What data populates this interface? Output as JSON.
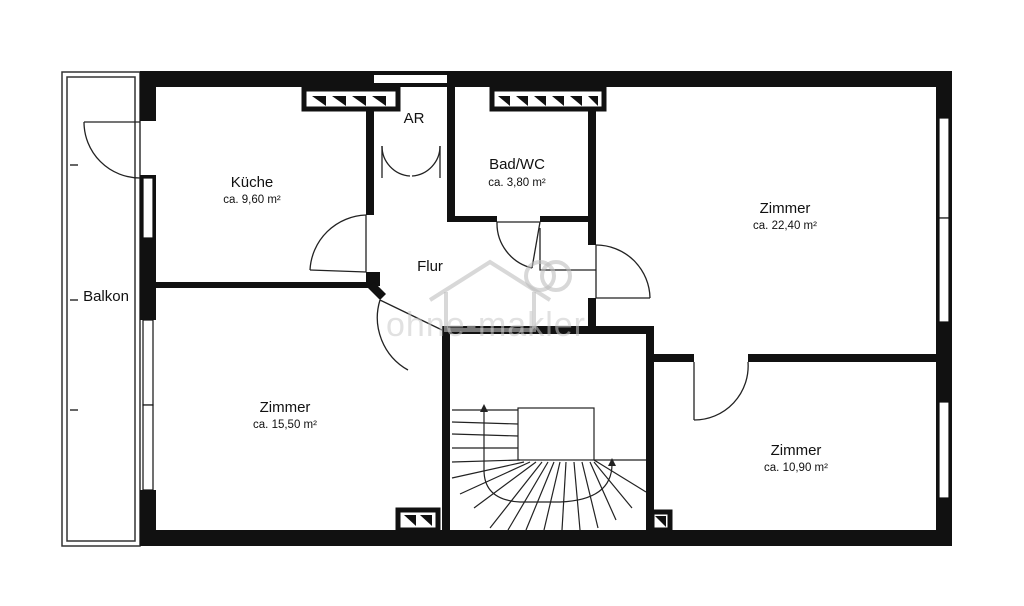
{
  "rooms": {
    "kueche": {
      "name": "Küche",
      "area": "ca. 9,60 m²"
    },
    "ar": {
      "name": "AR"
    },
    "bad": {
      "name": "Bad/WC",
      "area": "ca. 3,80 m²"
    },
    "zimmer_gross": {
      "name": "Zimmer",
      "area": "ca. 22,40 m²"
    },
    "flur": {
      "name": "Flur"
    },
    "balkon": {
      "name": "Balkon"
    },
    "zimmer_links": {
      "name": "Zimmer",
      "area": "ca. 15,50 m²"
    },
    "zimmer_klein": {
      "name": "Zimmer",
      "area": "ca. 10,90 m²"
    }
  },
  "watermark": "ohne-makler",
  "colors": {
    "wall": "#111111",
    "line": "#222222",
    "background": "#ffffff",
    "watermark": "#d2d2d2"
  }
}
